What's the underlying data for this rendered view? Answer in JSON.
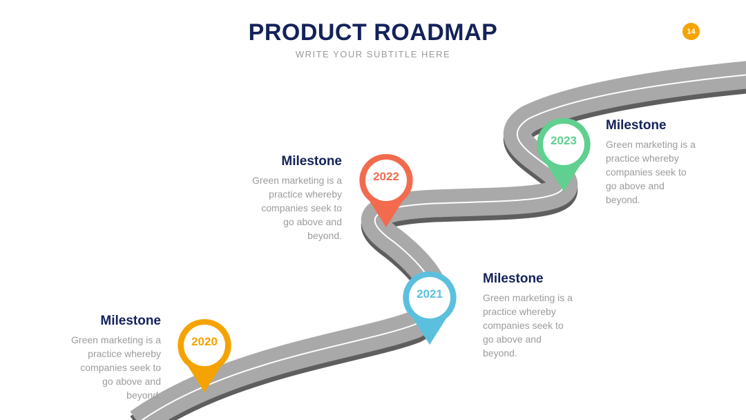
{
  "header": {
    "title": "PRODUCT ROADMAP",
    "subtitle": "WRITE YOUR SUBTITLE HERE",
    "page_number": "14"
  },
  "colors": {
    "title": "#14225a",
    "road": "#a9a9a9",
    "road_shadow": "#5e5e5e",
    "road_line": "#ffffff",
    "body_text": "#9b9b9b"
  },
  "milestones": [
    {
      "year": "2020",
      "color": "#f5a300",
      "title": "Milestone",
      "text": "Green marketing is a practice whereby companies seek to go above and beyond."
    },
    {
      "year": "2021",
      "color": "#5bc0de",
      "title": "Milestone",
      "text": "Green marketing is a practice whereby companies seek to go above and beyond."
    },
    {
      "year": "2022",
      "color": "#f26b4e",
      "title": "Milestone",
      "text": "Green marketing is a practice whereby companies seek to go above and beyond."
    },
    {
      "year": "2023",
      "color": "#5fd08f",
      "title": "Milestone",
      "text": "Green marketing is a practice whereby companies seek to go above and beyond."
    }
  ]
}
